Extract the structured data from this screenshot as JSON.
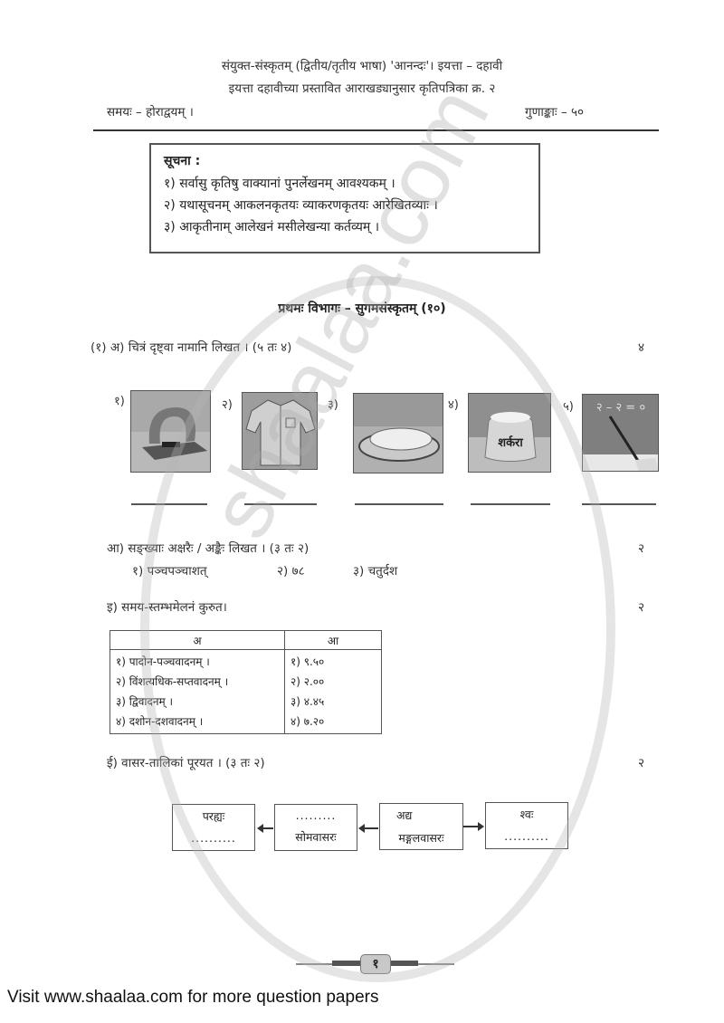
{
  "header": {
    "line1": "संयुक्त-संस्कृतम्  (द्वितीय/तृतीय भाषा) 'आनन्दः'। इयत्ता – दहावी",
    "line2": "इयत्ता दहावीच्या प्रस्तावित आराखड्यानुसार कृतिपत्रिका क्र. २",
    "time": "समयः – होराद्वयम् ।",
    "marks": "गुणाङ्काः – ५०"
  },
  "notice": {
    "title": "सूचना :",
    "items": [
      "१) सर्वासु कृतिषु वाक्यानां पुनर्लेखनम् आवश्यकम् ।",
      "२) यथासूचनम् आकलनकृतयः व्याकरणकृतयः आरेखितव्याः ।",
      "३) आकृतीनाम् आलेखनं मसीलेखन्या कर्तव्यम् ।"
    ]
  },
  "section": {
    "title": "प्रथमः विभागः – सुगमसंस्कृतम् (१०)"
  },
  "q1a": {
    "prompt": "(१) अ) चित्रं दृष्ट्वा नामानि लिखत । (५ तः ४)",
    "marks": "४",
    "pictures": [
      {
        "label": "१)",
        "subject": "paper punch"
      },
      {
        "label": "२)",
        "subject": "shirt"
      },
      {
        "label": "३)",
        "subject": "roti on plate"
      },
      {
        "label": "४)",
        "subject": "sugar sack",
        "caption": "शर्करा"
      },
      {
        "label": "५)",
        "subject": "blackboard",
        "caption": "२ – २ = ०"
      }
    ]
  },
  "q1b": {
    "prompt": "आ) सङ्ख्याः अक्षरैः / अङ्कैः लिखत । (३ तः २)",
    "marks": "२",
    "items": [
      "१) पञ्चपञ्चाशत्",
      "२) ७८",
      "३) चतुर्दश"
    ]
  },
  "q1c": {
    "prompt": "इ) समय-स्तम्भमेलनं कुरुत।",
    "marks": "२",
    "table": {
      "headers": [
        "अ",
        "आ"
      ],
      "col_a": [
        "१) पादोन-पञ्चवादनम् ।",
        "२) विंशत्यधिक-सप्तवादनम् ।",
        "३) द्विवादनम् ।",
        "४) दशोन-दशवादनम् ।"
      ],
      "col_b": [
        "१) ९.५०",
        "२) २.००",
        "३) ४.४५",
        "४) ७.२०"
      ]
    }
  },
  "q1d": {
    "prompt": "ई) वासर-तालिकां पूरयत । (३ तः २)",
    "marks": "२",
    "boxes": [
      {
        "top": "परह्यः",
        "bottom": ".........."
      },
      {
        "top": ".........",
        "bottom": "सोमवासरः"
      },
      {
        "top": "अद्य",
        "bottom": "मङ्गलवासरः"
      },
      {
        "top": "श्वः",
        "bottom": ".........."
      }
    ]
  },
  "page": {
    "number": "१"
  },
  "footer": {
    "text": "Visit www.shaalaa.com for more question papers"
  },
  "watermark": {
    "text": "shaalaa.com"
  }
}
